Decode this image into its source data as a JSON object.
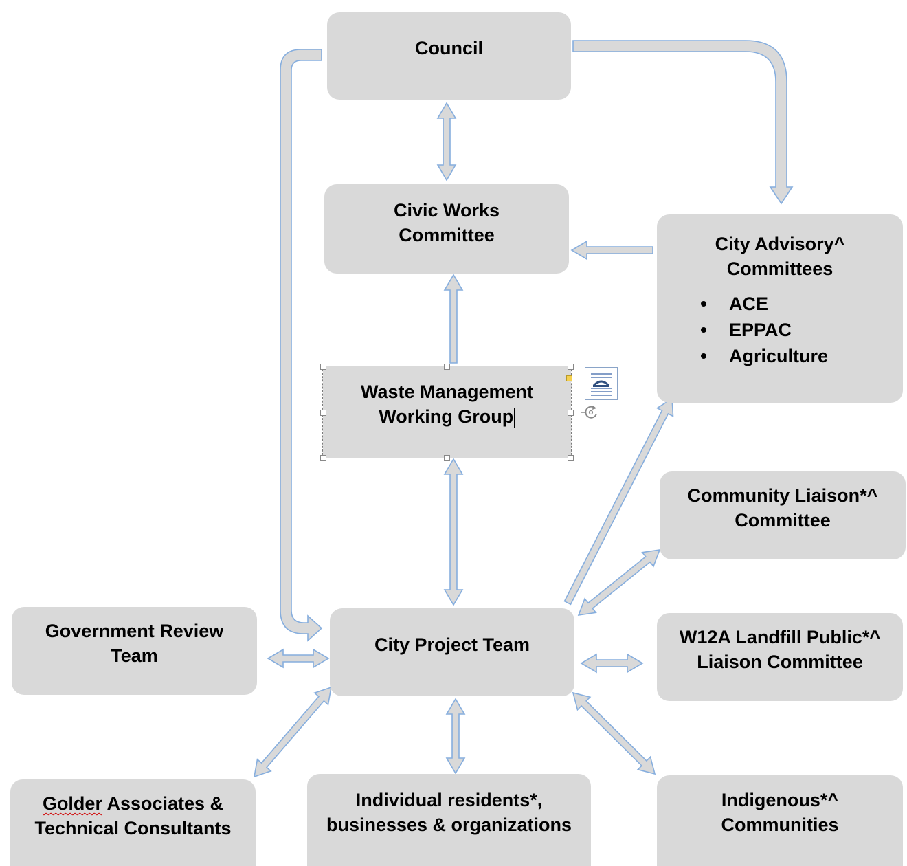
{
  "diagram": {
    "nodes": {
      "council": {
        "lines": [
          "Council"
        ]
      },
      "civic_works": {
        "lines": [
          "Civic Works",
          "Committee"
        ]
      },
      "city_advisory": {
        "lines": [
          "City Advisory^",
          "Committees"
        ],
        "bullets": [
          "ACE",
          "EPPAC",
          "Agriculture"
        ]
      },
      "waste_management": {
        "lines": [
          "Waste Management",
          "Working Group"
        ]
      },
      "community_liaison": {
        "lines": [
          "Community Liaison*^",
          "Committee"
        ]
      },
      "government_review": {
        "lines": [
          "Government Review",
          "Team"
        ]
      },
      "city_project_team": {
        "lines": [
          "City Project Team"
        ]
      },
      "w12a_landfill": {
        "lines": [
          "W12A Landfill Public*^",
          "Liaison Committee"
        ]
      },
      "golder": {
        "lines": [
          "Golder",
          " Associates &",
          "Technical Consultants"
        ]
      },
      "individual_residents": {
        "lines": [
          "Individual residents*,",
          "businesses & organizations"
        ]
      },
      "indigenous": {
        "lines": [
          "Indigenous*^",
          "Communities"
        ]
      }
    }
  },
  "colors": {
    "box_fill": "#d9d9d9",
    "arrow_fill": "#d9d9d9",
    "arrow_stroke": "#86aede",
    "spellcheck_underline": "#d00000",
    "anchor_handle": "#f5d050"
  },
  "icons": {
    "layout_options": "layout-options-icon",
    "rotate_handle": "rotate-handle-icon"
  }
}
